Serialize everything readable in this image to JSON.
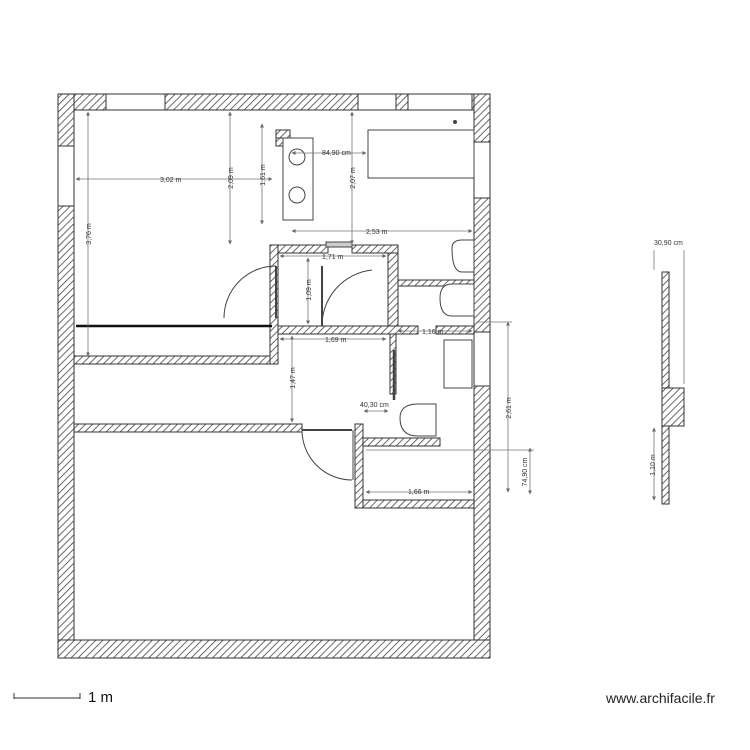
{
  "scale": {
    "label": "1 m"
  },
  "watermark": {
    "text": "www.archifacile.fr"
  },
  "dimensions": {
    "d_302": "3,02 m",
    "d_209": "2,09 m",
    "d_161": "1,61 m",
    "d_8490": "84,90 cm",
    "d_207": "2,07 m",
    "d_376": "3,76 m",
    "d_253": "2,53 m",
    "d_171": "1,71 m",
    "d_109": "1,09 m",
    "d_169": "1,69 m",
    "d_116": "1,16 m",
    "d_147": "1,47 m",
    "d_4030": "40,30 cm",
    "d_261": "2,61 m",
    "d_7490": "74,90 cm",
    "d_166": "1,66 m",
    "d_3090": "30,90 cm",
    "d_110": "1,10 m"
  },
  "colors": {
    "wall": "#555555",
    "hatch": "#444444",
    "dim_line": "#777777",
    "text": "#333333"
  }
}
